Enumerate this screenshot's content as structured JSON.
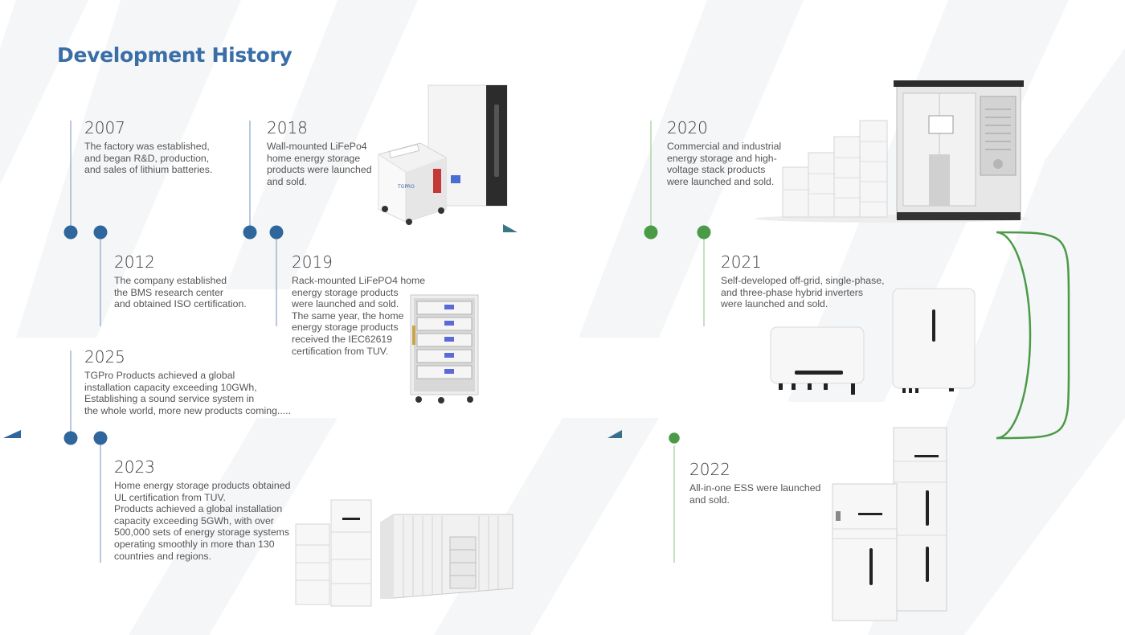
{
  "page": {
    "title": "Development History"
  },
  "colors": {
    "title": "#3a6ea7",
    "line_blue": "#3a6a96",
    "line_teal": "#3e7f83",
    "line_green": "#4a9a4a",
    "dot_blue": "#2f679d",
    "dot_green": "#4b9a47"
  },
  "events": [
    {
      "year": "2007",
      "text": "The factory was established,\nand began R&D, production,\nand sales of lithium batteries."
    },
    {
      "year": "2012",
      "text": "The company established\nthe BMS research center\nand obtained ISO certification."
    },
    {
      "year": "2018",
      "text": "Wall-mounted LiFePo4\nhome energy storage\nproducts were launched\nand sold."
    },
    {
      "year": "2019",
      "text": "Rack-mounted LiFePO4 home\nenergy storage products\nwere launched and sold.\nThe same year, the home\nenergy storage products\nreceived the IEC62619\ncertification from TUV."
    },
    {
      "year": "2020",
      "text": "Commercial and industrial\nenergy storage and high-\nvoltage stack products\nwere launched and sold."
    },
    {
      "year": "2021",
      "text": "Self-developed off-grid, single-phase,\nand three-phase hybrid inverters\nwere launched and sold."
    },
    {
      "year": "2022",
      "text": "All-in-one ESS were launched\nand sold."
    },
    {
      "year": "2023",
      "text": "Home energy storage products obtained\nUL certification from TUV.\nProducts achieved a global installation\ncapacity exceeding 5GWh, with over\n500,000 sets of energy storage systems\noperating smoothly in more than 130\ncountries and regions."
    },
    {
      "year": "2025",
      "text": "TGPro Products achieved a global\ninstallation capacity exceeding 10GWh,\nEstablishing a sound service system in\nthe whole world, more new products coming....."
    }
  ],
  "products": {
    "portable_brand": "TGPRO"
  },
  "icons": [
    "wall-battery-icon",
    "portable-battery-icon",
    "rack-battery-icon",
    "cabinet-ess-icon",
    "stack-battery-icon",
    "inverter-icon",
    "all-in-one-ess-icon",
    "container-ess-icon"
  ]
}
